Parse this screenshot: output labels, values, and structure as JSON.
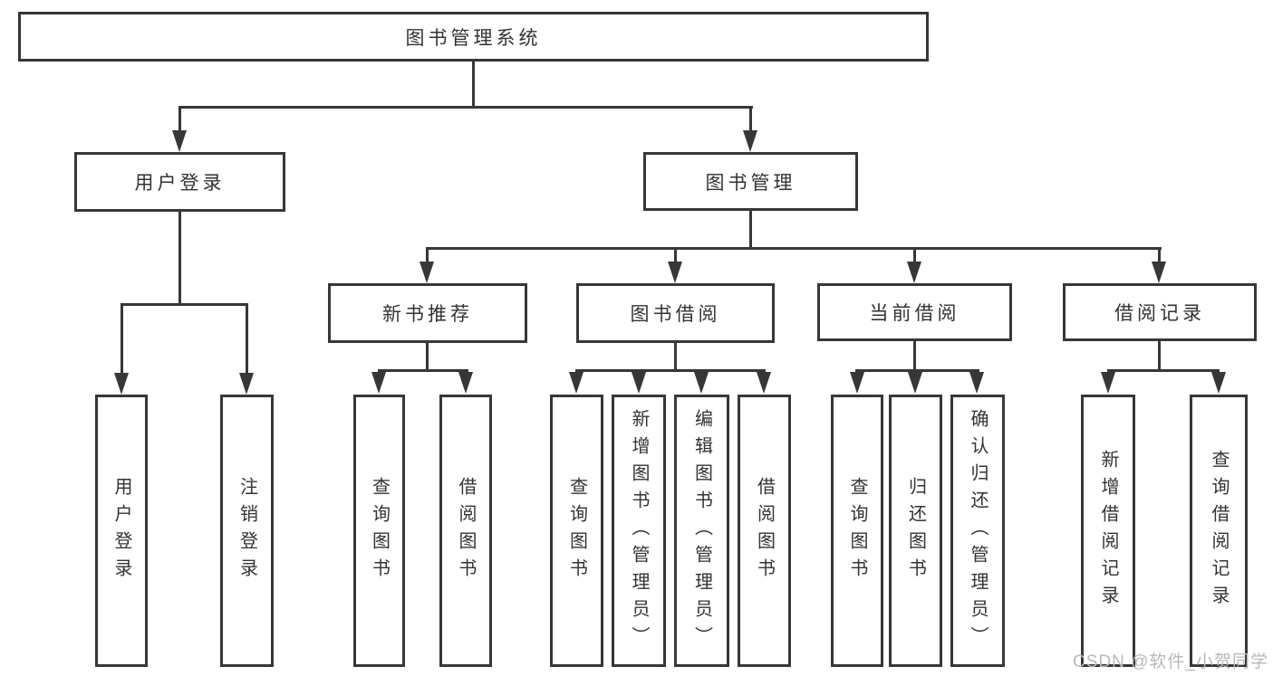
{
  "diagram": {
    "type": "hierarchy-tree",
    "root": {
      "label": "图书管理系统",
      "children": [
        {
          "label": "用户登录",
          "children": [
            {
              "label": "用户登录"
            },
            {
              "label": "注销登录"
            }
          ]
        },
        {
          "label": "图书管理",
          "children": [
            {
              "label": "新书推荐",
              "children": [
                {
                  "label": "查询图书"
                },
                {
                  "label": "借阅图书"
                }
              ]
            },
            {
              "label": "图书借阅",
              "children": [
                {
                  "label": "查询图书"
                },
                {
                  "label": "新增图书（管理员）"
                },
                {
                  "label": "编辑图书（管理员）"
                },
                {
                  "label": "借阅图书"
                }
              ]
            },
            {
              "label": "当前借阅",
              "children": [
                {
                  "label": "查询图书"
                },
                {
                  "label": "归还图书"
                },
                {
                  "label": "确认归还（管理员）"
                }
              ]
            },
            {
              "label": "借阅记录",
              "children": [
                {
                  "label": "新增借阅记录"
                },
                {
                  "label": "查询借阅记录"
                }
              ]
            }
          ]
        }
      ]
    }
  },
  "watermark": {
    "text": "CSDN @软件_小贺同学"
  },
  "colors": {
    "line": "#373737",
    "box_border": "#373737",
    "box_fill": "#ffffff",
    "text": "#333333",
    "watermark": "#b9b9b9",
    "background": "#ffffff"
  }
}
